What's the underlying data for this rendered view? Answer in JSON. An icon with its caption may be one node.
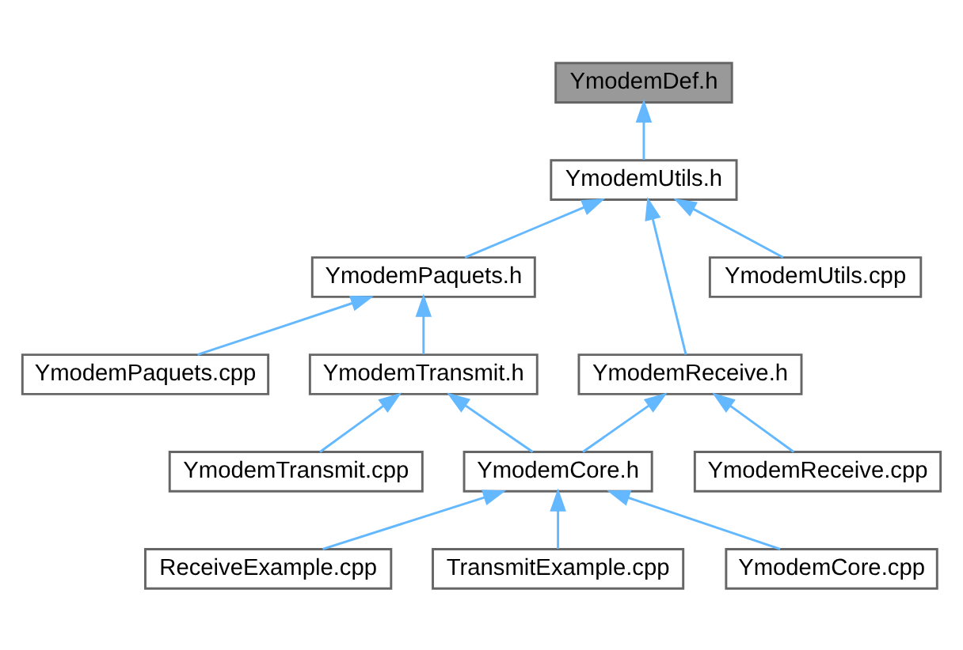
{
  "diagram": {
    "nodes": [
      {
        "text": [
          "YmodemDef.h"
        ]
      },
      {
        "text": [
          "YmodemUtils.h"
        ]
      },
      {
        "text": [
          "YmodemPaquets.h"
        ]
      },
      {
        "text": [
          "YmodemReceive.h"
        ]
      },
      {
        "text": [
          "YmodemUtils.cpp"
        ]
      },
      {
        "text": [
          "YmodemPaquets.cpp"
        ]
      },
      {
        "text": [
          "YmodemTransmit.h"
        ]
      },
      {
        "text": [
          "YmodemReceive.cpp"
        ]
      },
      {
        "text": [
          "YmodemTransmit.cpp"
        ]
      },
      {
        "text": [
          "YmodemCore.h"
        ]
      },
      {
        "text": [
          "ReceiveExample.cpp"
        ]
      },
      {
        "text": [
          "TransmitExample.cpp"
        ]
      },
      {
        "text": [
          "YmodemCore.cpp"
        ]
      }
    ],
    "edges": [
      {
        "from": 1,
        "to": 0,
        "arrow": "to"
      },
      {
        "from": 2,
        "to": 1,
        "arrow": "to"
      },
      {
        "from": 3,
        "to": 1,
        "arrow": "to"
      },
      {
        "from": 4,
        "to": 1,
        "arrow": "to"
      },
      {
        "from": 5,
        "to": 2,
        "arrow": "to"
      },
      {
        "from": 6,
        "to": 2,
        "arrow": "to"
      },
      {
        "from": 7,
        "to": 3,
        "arrow": "to"
      },
      {
        "from": 9,
        "to": 3,
        "arrow": "to"
      },
      {
        "from": 8,
        "to": 6,
        "arrow": "to"
      },
      {
        "from": 9,
        "to": 6,
        "arrow": "to"
      },
      {
        "from": 10,
        "to": 9,
        "arrow": "to"
      },
      {
        "from": 11,
        "to": 9,
        "arrow": "to"
      },
      {
        "from": 12,
        "to": 9,
        "arrow": "to"
      }
    ]
  }
}
